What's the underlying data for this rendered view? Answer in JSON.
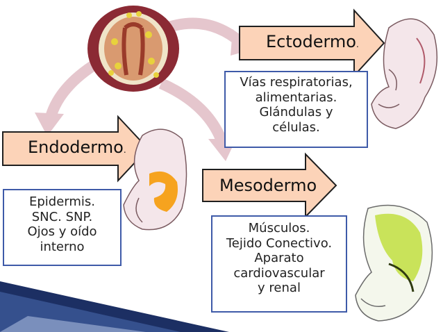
{
  "arrows": {
    "ectodermo": {
      "label": "Ectodermo",
      "suffix": "."
    },
    "endodermo": {
      "label": "Endodermo",
      "suffix": "."
    },
    "mesodermo": {
      "label": "Mesodermo",
      "suffix": ""
    }
  },
  "boxes": {
    "ectodermo_box": {
      "lines": [
        "Vías respiratorias,",
        "alimentarias.",
        "Glándulas y",
        "células."
      ]
    },
    "endodermo_box": {
      "lines": [
        "Epidermis.",
        "SNC. SNP.",
        "Ojos y oído",
        "interno"
      ]
    },
    "mesodermo_box": {
      "lines": [
        "Músculos.",
        "Tejido Conectivo.",
        "Aparato",
        "cardiovascular",
        "y renal"
      ]
    }
  },
  "colors": {
    "arrow_fill": "#fcd3b8",
    "arrow_stroke": "#1f1f1f",
    "box_border": "#3e5aa8",
    "curve_arrow": "#e5c6cd",
    "embryo_body": "#f4e6ea",
    "endoderm_highlight": "#f6a31f",
    "mesoderm_highlight": "#c9e35a",
    "blastula_red": "#8b2a34",
    "corner_dark": "#1c2f63"
  },
  "icons": [
    "blastula-illustration",
    "fetus-ectoderm-illustration",
    "fetus-endoderm-illustration",
    "fetus-mesoderm-illustration"
  ]
}
